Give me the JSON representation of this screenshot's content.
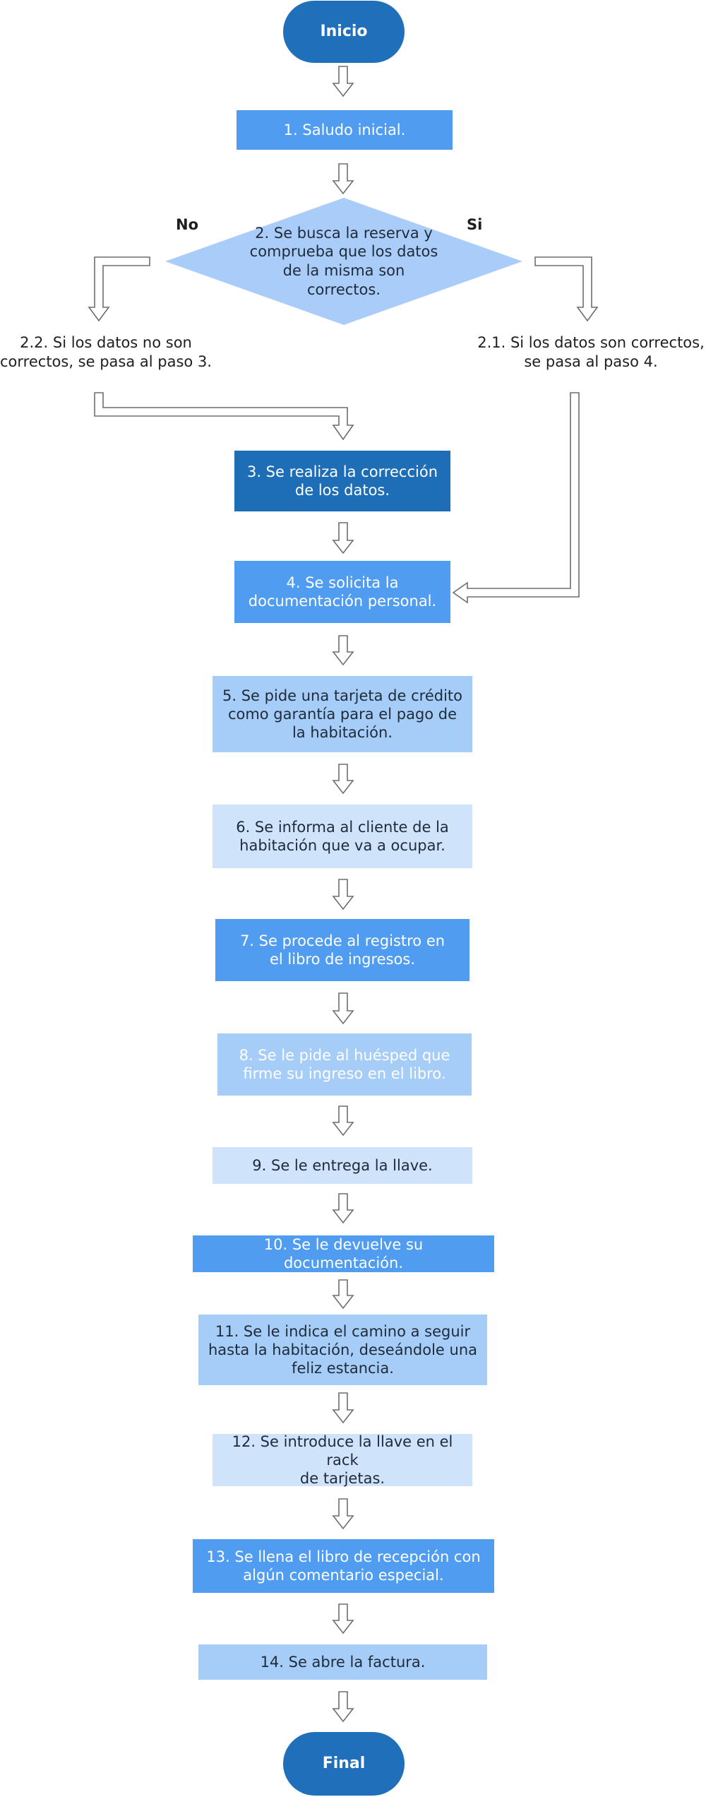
{
  "colors": {
    "terminal": "#1f6fba",
    "blue_dark": "#1e6db7",
    "blue_mid": "#4f9cf0",
    "blue_light": "#a6cdf7",
    "blue_pale": "#cfe3fb",
    "diamond": "#a9cdf8",
    "arrow_stroke": "#6e6e6e"
  },
  "start": {
    "label": "Inicio"
  },
  "end": {
    "label": "Final"
  },
  "decision": {
    "label": "2. Se busca la reserva y\ncomprueba que los datos\nde la misma son\ncorrectos.",
    "no_label": "No",
    "yes_label": "Si"
  },
  "branch_no": {
    "text": "2.2. Si los datos no son\ncorrectos, se pasa al paso 3."
  },
  "branch_yes": {
    "text": "2.1. Si los datos son correctos,\nse pasa al paso 4."
  },
  "steps": [
    {
      "label": "1. Saludo inicial."
    },
    {
      "label": "3. Se realiza la corrección\nde los datos."
    },
    {
      "label": "4. Se solicita la\ndocumentación personal."
    },
    {
      "label": "5. Se pide una tarjeta de crédito\ncomo garantía para el pago de\nla habitación."
    },
    {
      "label": "6. Se informa al cliente de la\nhabitación que va a ocupar."
    },
    {
      "label": "7. Se procede al registro en\nel libro de ingresos."
    },
    {
      "label": "8. Se le pide al huésped que\nfirme su ingreso en el libro."
    },
    {
      "label": "9. Se le entrega la llave."
    },
    {
      "label": "10. Se le devuelve su documentación."
    },
    {
      "label": "11. Se le indica el camino a seguir\nhasta la habitación, deseándole una\nfeliz estancia."
    },
    {
      "label": "12. Se introduce la llave en el rack\nde tarjetas."
    },
    {
      "label": "13. Se llena el libro de recepción con\nalgún comentario especial."
    },
    {
      "label": "14. Se abre la factura."
    }
  ]
}
